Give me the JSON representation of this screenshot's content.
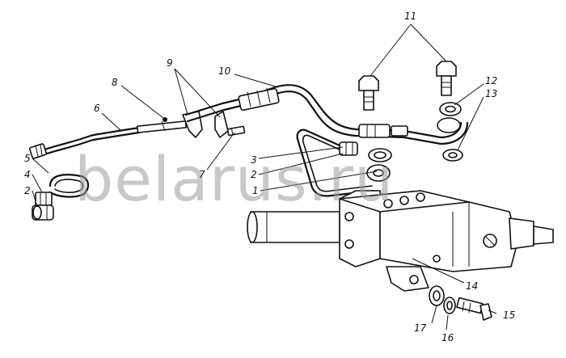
{
  "watermark": "belarus.ru",
  "callouts": [
    {
      "id": "c1",
      "text": "1"
    },
    {
      "id": "c2",
      "text": "2"
    },
    {
      "id": "c2b",
      "text": "2"
    },
    {
      "id": "c3",
      "text": "3"
    },
    {
      "id": "c4",
      "text": "4"
    },
    {
      "id": "c5",
      "text": "5"
    },
    {
      "id": "c6",
      "text": "6"
    },
    {
      "id": "c7",
      "text": "7"
    },
    {
      "id": "c8",
      "text": "8"
    },
    {
      "id": "c9",
      "text": "9"
    },
    {
      "id": "c10",
      "text": "10"
    },
    {
      "id": "c11",
      "text": "11"
    },
    {
      "id": "c12",
      "text": "12"
    },
    {
      "id": "c13",
      "text": "13"
    },
    {
      "id": "c14",
      "text": "14"
    },
    {
      "id": "c15",
      "text": "15"
    },
    {
      "id": "c16",
      "text": "16"
    },
    {
      "id": "c17",
      "text": "17"
    }
  ]
}
